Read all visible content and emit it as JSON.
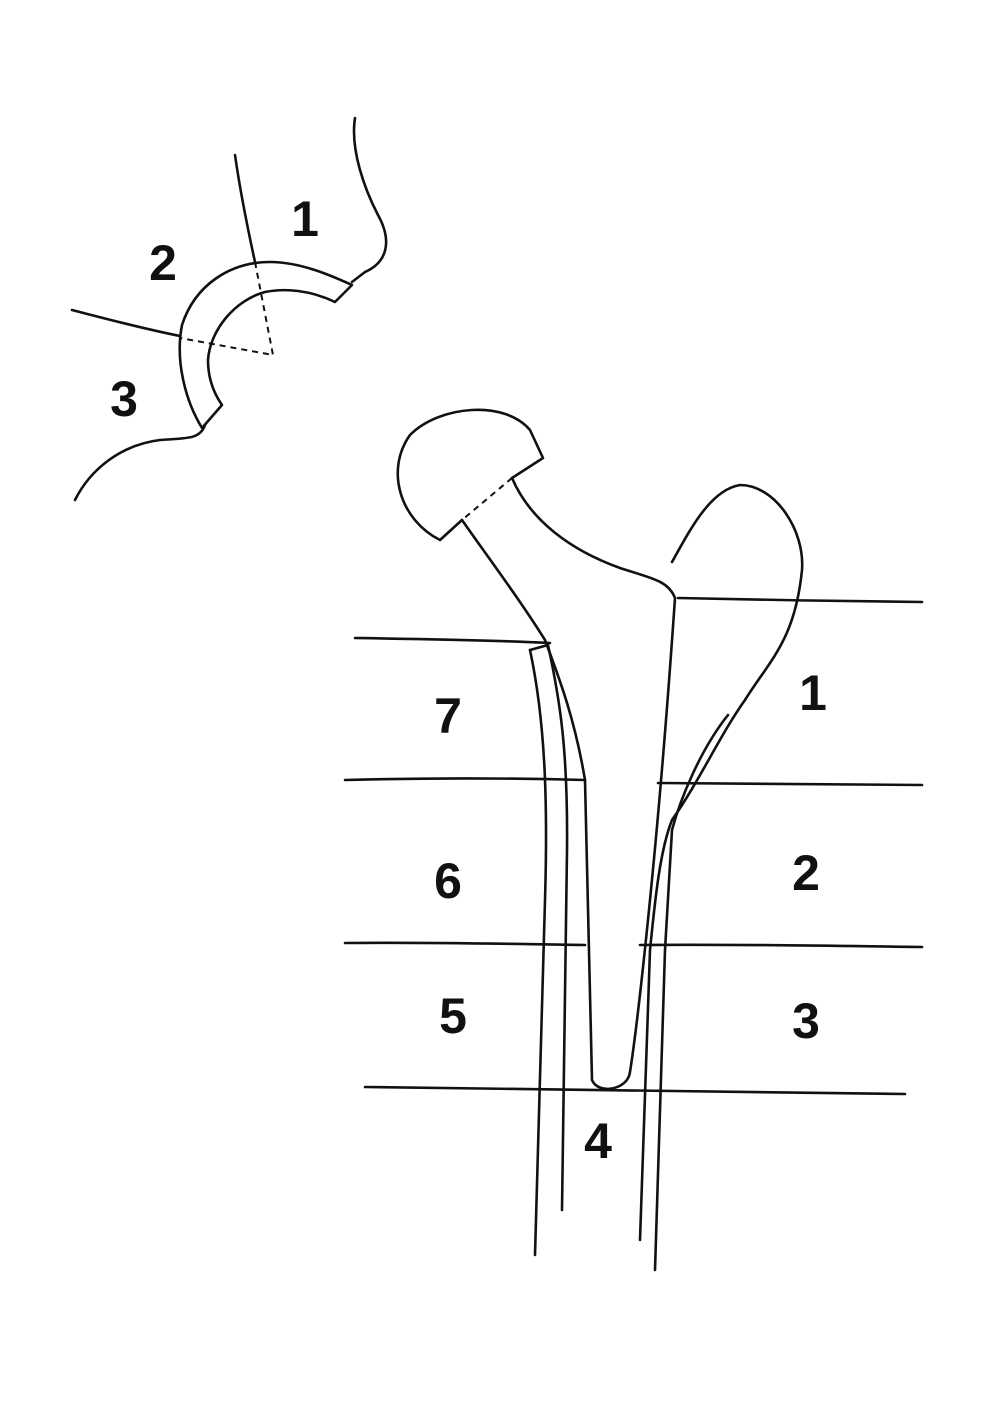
{
  "acetabular_zones": {
    "z1": "1",
    "z2": "2",
    "z3": "3"
  },
  "femoral_zones": {
    "z1": "1",
    "z2": "2",
    "z3": "3",
    "z4": "4",
    "z5": "5",
    "z6": "6",
    "z7": "7"
  },
  "colors": {
    "ink": "#111111",
    "background": "#ffffff"
  }
}
